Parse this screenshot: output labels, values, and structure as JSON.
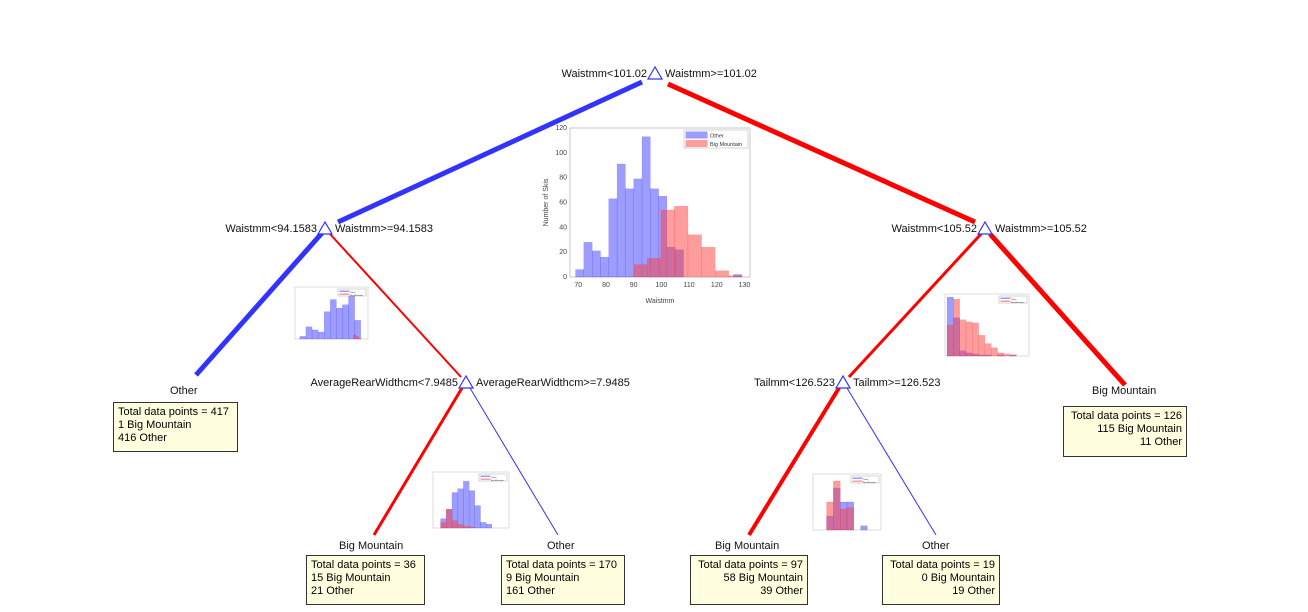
{
  "nodes": {
    "root": {
      "left": "Waistmm<101.02",
      "right": "Waistmm>=101.02"
    },
    "l": {
      "left": "Waistmm<94.1583",
      "right": "Waistmm>=94.1583"
    },
    "r": {
      "left": "Waistmm<105.52",
      "right": "Waistmm>=105.52"
    },
    "lr": {
      "left": "AverageRearWidthcm<7.9485",
      "right": "AverageRearWidthcm>=7.9485"
    },
    "rl": {
      "left": "Tailmm<126.523",
      "right": "Tailmm>=126.523"
    }
  },
  "leaves": [
    {
      "class": "Other",
      "total": "Total data points = 417",
      "a": "1 Big Mountain",
      "b": "416 Other"
    },
    {
      "class": "Big Mountain",
      "total": "Total data points = 36",
      "a": "15 Big Mountain",
      "b": "21 Other"
    },
    {
      "class": "Other",
      "total": "Total data points = 170",
      "a": "9 Big Mountain",
      "b": "161 Other"
    },
    {
      "class": "Big Mountain",
      "total": "Total data points = 97",
      "a": "58 Big Mountain",
      "b": "39 Other"
    },
    {
      "class": "Other",
      "total": "Total data points = 19",
      "a": "0 Big Mountain",
      "b": "19 Other"
    },
    {
      "class": "Big Mountain",
      "total": "Total data points = 126",
      "a": "115 Big Mountain",
      "b": "11 Other"
    }
  ],
  "colors": {
    "other": "#0000ff",
    "big": "#ff0000",
    "box": "#ffffe0"
  },
  "chart_data": [
    {
      "type": "bar",
      "title": "",
      "xlabel": "Waistmm",
      "ylabel": "Number of Skis",
      "xlim": [
        67,
        132
      ],
      "ylim": [
        0,
        120
      ],
      "xticks": [
        "70",
        "80",
        "90",
        "100",
        "110",
        "120",
        "130"
      ],
      "yticks": [
        "0",
        "20",
        "40",
        "60",
        "80",
        "100",
        "120"
      ],
      "legend": [
        "Other",
        "Big Mountain"
      ],
      "series": [
        {
          "name": "Other",
          "edges": [
            69,
            72,
            75,
            78,
            81,
            84,
            87,
            90,
            93,
            96,
            99,
            102,
            105,
            108,
            111,
            114,
            117,
            120,
            123,
            126,
            129
          ],
          "values": [
            6,
            28,
            21,
            16,
            63,
            91,
            71,
            79,
            113,
            71,
            65,
            24,
            22,
            0,
            0,
            0,
            0,
            0,
            0,
            2
          ]
        },
        {
          "name": "Big Mountain",
          "edges": [
            90,
            94.9,
            99.8,
            104.7,
            109.6,
            114.5,
            119.4,
            124.3,
            129.2
          ],
          "values": [
            10,
            15,
            54,
            57,
            34,
            24,
            5,
            1
          ]
        }
      ]
    },
    {
      "type": "bar",
      "xlim": [
        67,
        97
      ],
      "ylim": [
        0,
        120
      ],
      "legend": [
        "Other",
        "Big Mountain"
      ],
      "series": [
        {
          "name": "Other",
          "edges": [
            69,
            71.5,
            74,
            76.5,
            79,
            81.5,
            84,
            86.5,
            89,
            91.5,
            94
          ],
          "values": [
            6,
            28,
            21,
            16,
            63,
            91,
            71,
            79,
            113,
            43
          ]
        },
        {
          "name": "Big Mountain",
          "edges": [
            91,
            92,
            93,
            94
          ],
          "values": [
            10,
            7,
            2
          ]
        }
      ]
    },
    {
      "type": "bar",
      "xlim": [
        100,
        140
      ],
      "ylim": [
        0,
        60
      ],
      "legend": [
        "Other",
        "Big Mountain"
      ],
      "series": [
        {
          "name": "Other",
          "edges": [
            101,
            104,
            107,
            110,
            113,
            116,
            119,
            122,
            125,
            128,
            131,
            134
          ],
          "values": [
            57,
            37,
            5,
            3,
            2,
            1,
            1,
            0,
            1,
            0,
            1
          ]
        },
        {
          "name": "Big Mountain",
          "edges": [
            101,
            104,
            107,
            110,
            113,
            116,
            119,
            122,
            125,
            128,
            131,
            134
          ],
          "values": [
            30,
            55,
            35,
            33,
            32,
            20,
            12,
            8,
            3,
            2,
            1
          ]
        }
      ]
    },
    {
      "type": "bar",
      "xlim": [
        6,
        10
      ],
      "ylim": [
        0,
        60
      ],
      "legend": [
        "Other",
        "Big Mountain"
      ],
      "series": [
        {
          "name": "Other",
          "edges": [
            6.4,
            6.7,
            7.0,
            7.3,
            7.6,
            7.9,
            8.2,
            8.5,
            8.8,
            9.1
          ],
          "values": [
            10,
            20,
            38,
            42,
            50,
            40,
            24,
            6,
            4
          ]
        },
        {
          "name": "Big Mountain",
          "edges": [
            6.4,
            6.7,
            7.0,
            7.3,
            7.6,
            7.9,
            8.2
          ],
          "values": [
            6,
            20,
            8,
            4,
            2,
            1
          ]
        }
      ]
    },
    {
      "type": "bar",
      "xlim": [
        100,
        150
      ],
      "ylim": [
        0,
        40
      ],
      "legend": [
        "Other",
        "Big Mountain"
      ],
      "series": [
        {
          "name": "Other",
          "edges": [
            110,
            115,
            120,
            125,
            130,
            135,
            140
          ],
          "values": [
            10,
            30,
            20,
            20,
            0,
            3
          ]
        },
        {
          "name": "Big Mountain",
          "edges": [
            110,
            115,
            120,
            125,
            130
          ],
          "values": [
            20,
            35,
            15,
            16
          ]
        }
      ]
    }
  ]
}
